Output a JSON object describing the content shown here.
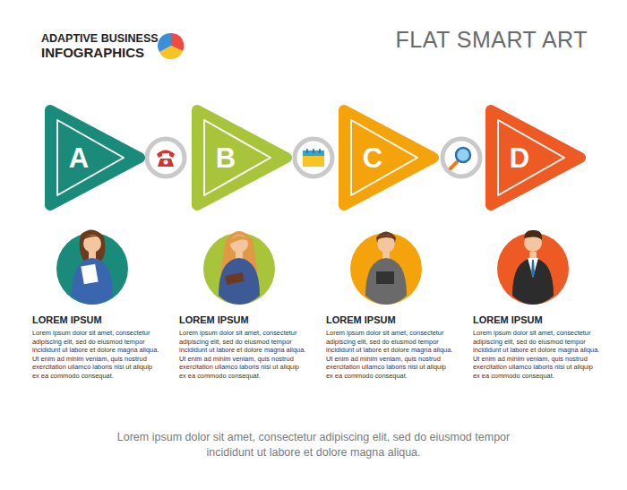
{
  "diagram": {
    "title": "FLAT SMART ART",
    "caption": "Lorem ipsum dolor sit amet, consectetur adipiscing elit, sed do eiusmod tempor incididunt ut labore et dolore magna aliqua.",
    "nodes": [
      {
        "text": [
          "A"
        ]
      },
      {
        "text": [
          "B"
        ]
      },
      {
        "text": [
          "C"
        ]
      },
      {
        "text": [
          "D"
        ]
      }
    ],
    "labels": [
      "ADAPTIVE BUSINESS",
      "INFOGRAPHICS",
      "LOREM IPSUM",
      "Lorem ipsum dolor sit amet, consectetur adipiscing elit, sed do eiusmod tempor incididunt ut labore et dolore magna aliqua. Ut enim ad minim veniam, quis nostrud exercitation ullamco laboris nisi ut aliquip ex ea commodo consequat.",
      "LOREM IPSUM",
      "Lorem ipsum dolor sit amet, consectetur adipiscing elit, sed do eiusmod tempor incididunt ut labore et dolore magna aliqua. Ut enim ad minim veniam, quis nostrud exercitation ullamco laboris nisi ut aliquip ex ea commodo consequat.",
      "LOREM IPSUM",
      "Lorem ipsum dolor sit amet, consectetur adipiscing elit, sed do eiusmod tempor incididunt ut labore et dolore magna aliqua. Ut enim ad minim veniam, quis nostrud exercitation ullamco laboris nisi ut aliquip ex ea commodo consequat.",
      "LOREM IPSUM",
      "Lorem ipsum dolor sit amet, consectetur adipiscing elit, sed do eiusmod tempor incididunt ut labore et dolore magna aliqua. Ut enim ad minim veniam, quis nostrud exercitation ullamco laboris nisi ut aliquip ex ea commodo consequat."
    ]
  }
}
